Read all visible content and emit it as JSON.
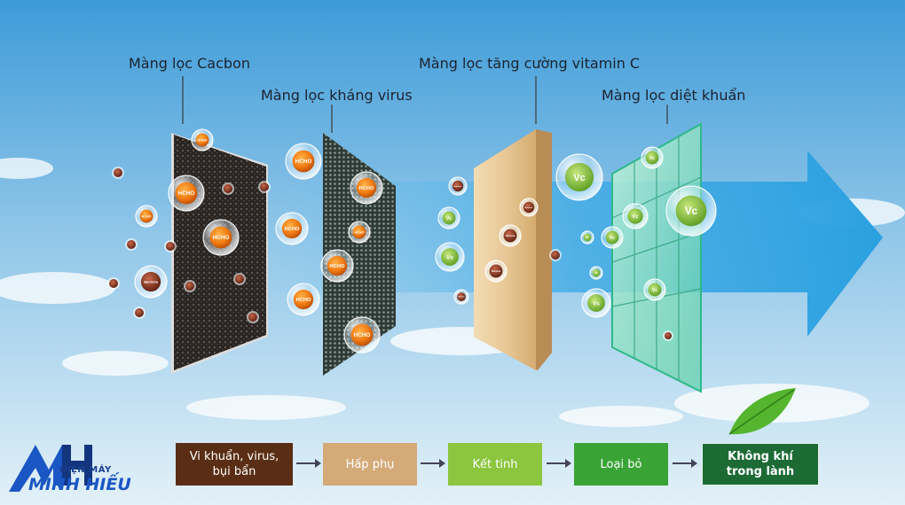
{
  "labels": {
    "carbon": "Màng lọc Cacbon",
    "antivirus": "Màng lọc kháng virus",
    "vitamin_c": "Màng lọc tăng cường vitamin C",
    "antibacterial": "Màng lọc diệt khuẩn"
  },
  "particles": {
    "formaldehyde": "HCHO",
    "bacteria": "Bacteria",
    "vitamin": "Vc"
  },
  "process": [
    {
      "label": "Vi khuẩn, virus,\nbụi bẩn",
      "color": "#5a2e14"
    },
    {
      "label": "Hấp phụ",
      "color": "#d4aa78"
    },
    {
      "label": "Kết tinh",
      "color": "#8cc63f"
    },
    {
      "label": "Loại bỏ",
      "color": "#3aa335"
    },
    {
      "label": "Không khí\ntrong lành",
      "color": "#1c6b35"
    }
  ],
  "logo": {
    "line1": "ĐIỆN MÁY",
    "line2": "MINH HIẾU"
  },
  "colors": {
    "sky_top": "#2e93d4",
    "sky_bottom": "#d8ecf7",
    "arrow": "#3aa8e4"
  }
}
